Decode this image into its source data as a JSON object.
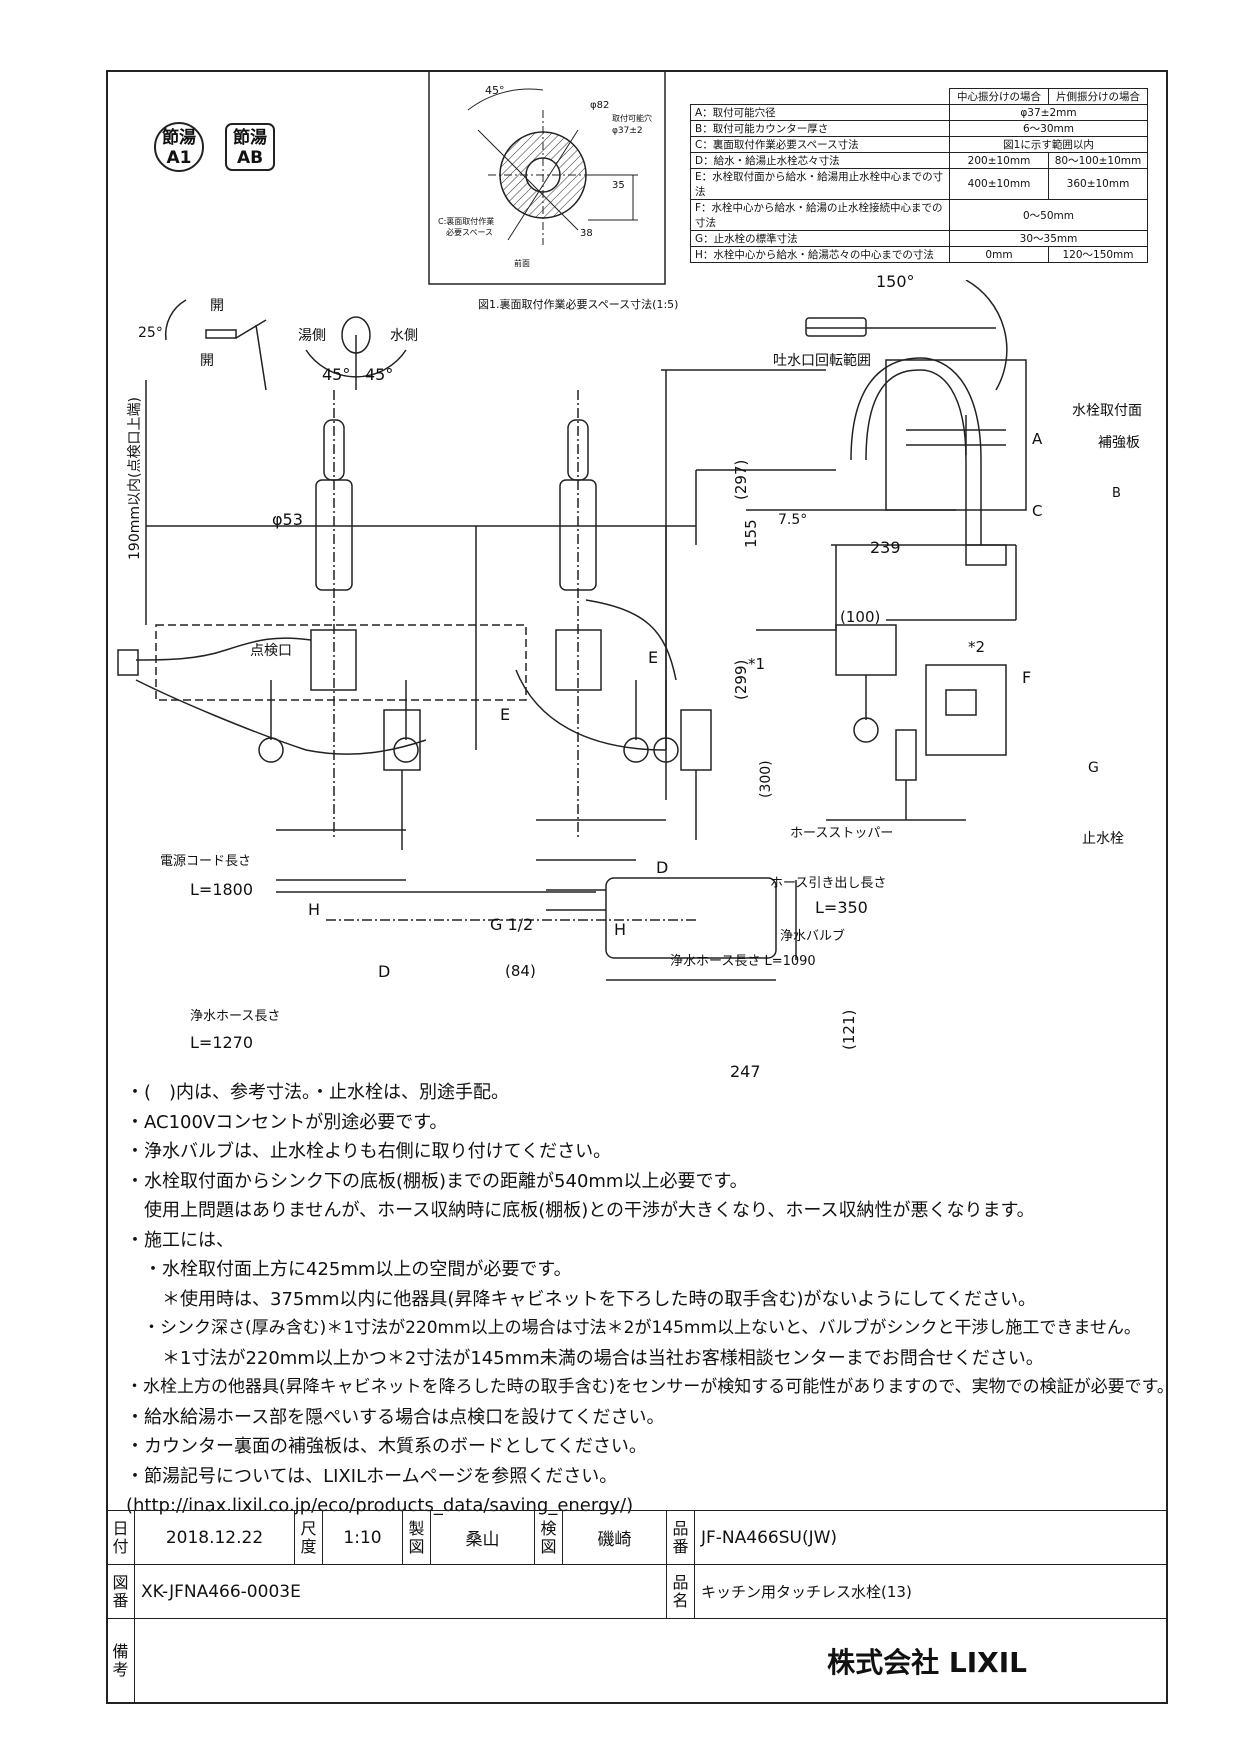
{
  "badges": [
    {
      "line1": "節湯",
      "line2": "A1"
    },
    {
      "line1": "節湯",
      "line2": "AB"
    }
  ],
  "spec_table": {
    "headers": [
      "中心振分けの場合",
      "片側振分けの場合"
    ],
    "rows": [
      {
        "label": "A：取付可能穴径",
        "center": "φ37±2mm",
        "side": ""
      },
      {
        "label": "B：取付可能カウンター厚さ",
        "center": "6～30mm",
        "side": ""
      },
      {
        "label": "C：裏面取付作業必要スペース寸法",
        "center": "図1に示す範囲以内",
        "side": ""
      },
      {
        "label": "D：給水・給湯止水栓芯々寸法",
        "center": "200±10mm",
        "side": "80～100±10mm"
      },
      {
        "label": "E：水栓取付面から給水・給湯用止水栓中心までの寸法",
        "center": "400±10mm",
        "side": "360±10mm"
      },
      {
        "label": "F：水栓中心から給水・給湯の止水栓接続中心までの寸法",
        "center": "0～50mm",
        "side": ""
      },
      {
        "label": "G：止水栓の標準寸法",
        "center": "30～35mm",
        "side": ""
      },
      {
        "label": "H：水栓中心から給水・給湯芯々の中心までの寸法",
        "center": "0mm",
        "side": "120～150mm"
      }
    ]
  },
  "fig1": {
    "caption": "図1.裏面取付作業必要スペース寸法(1:5)",
    "angle": "45°",
    "dia_outer": "φ82",
    "hole_label": "取付可能穴",
    "dia_hole": "φ37±2",
    "dim_35": "35",
    "dim_38": "38",
    "work_space": "C:裏面取付作業\n必要スペース",
    "front": "前面"
  },
  "labels": {
    "open1": "開",
    "angle25": "25°",
    "open2": "開",
    "hot_side": "湯側",
    "cold_side": "水側",
    "angle45a": "45°",
    "angle45b": "45°",
    "angle150": "150°",
    "spout_range": "吐水口回転範囲",
    "dim_190": "190mm以内(点検口上端)",
    "dia53": "φ53",
    "inspection": "点検口",
    "dim_E1": "E",
    "dim_E2": "E",
    "dim_297": "(297)",
    "dim_155": "155",
    "angle75": "7.5°",
    "dim_239": "239",
    "dim_100": "(100)",
    "star1": "*1",
    "star2": "*2",
    "dim_299": "(299)",
    "dim_F": "F",
    "dim_300": "(300)",
    "dim_G": "G",
    "mount_face": "水栓取付面",
    "reinforce": "補強板",
    "dim_A": "A",
    "dim_B": "B",
    "dim_C": "C",
    "stop_valve": "止水栓",
    "hose_stopper": "ホースストッパー",
    "hose_pull": "ホース引き出し長さ",
    "L350": "L=350",
    "purify_valve": "浄水バルブ",
    "power_cord": "電源コード長さ",
    "L1800": "L=1800",
    "dim_H1": "H",
    "dim_H2": "H",
    "dim_D1": "D",
    "dim_D2": "D",
    "G12": "G 1/2",
    "dim_84": "(84)",
    "purify_hose2": "浄水ホース長さ L=1090",
    "purify_hose1": "浄水ホース長さ",
    "L1270": "L=1270",
    "dim_121": "(121)",
    "dim_247": "247"
  },
  "notes": [
    "・(　)内は、参考寸法。・止水栓は、別途手配。",
    "・AC100Vコンセントが別途必要です。",
    "・浄水バルブは、止水栓よりも右側に取り付けてください。",
    "・水栓取付面からシンク下の底板(棚板)までの距離が540mm以上必要です。",
    "　使用上問題はありませんが、ホース収納時に底板(棚板)との干渉が大きくなり、ホース収納性が悪くなります。",
    "・施工には、",
    "　・水栓取付面上方に425mm以上の空間が必要です。",
    "　　＊使用時は、375mm以内に他器具(昇降キャビネットを下ろした時の取手含む)がないようにしてください。",
    "　・シンク深さ(厚み含む)＊1寸法が220mm以上の場合は寸法＊2が145mm以上ないと、バルブがシンクと干渉し施工できません。",
    "　　＊1寸法が220mm以上かつ＊2寸法が145mm未満の場合は当社お客様相談センターまでお問合せください。",
    "・水栓上方の他器具(昇降キャビネットを降ろした時の取手含む)をセンサーが検知する可能性がありますので、実物での検証が必要です。",
    "・給水給湯ホース部を隠ぺいする場合は点検口を設けてください。",
    "・カウンター裏面の補強板は、木質系のボードとしてください。",
    "・節湯記号については、LIXILホームページを参照ください。",
    "(http://inax.lixil.co.jp/eco/products_data/saving_energy/)"
  ],
  "title_block": {
    "date_label": "日付",
    "date": "2018.12.22",
    "scale_label": "尺度",
    "scale": "1:10",
    "drawn_label": "製図",
    "drawn": "桑山",
    "checked_label": "検図",
    "checked": "磯崎",
    "partno_label": "品番",
    "partno": "JF-NA466SU(JW)",
    "drawingno_label": "図番",
    "drawingno": "XK-JFNA466-0003E",
    "name_label": "品名",
    "name": "キッチン用タッチレス水栓(13)",
    "remarks_label": "備考",
    "company": "株式会社 LIXIL"
  }
}
